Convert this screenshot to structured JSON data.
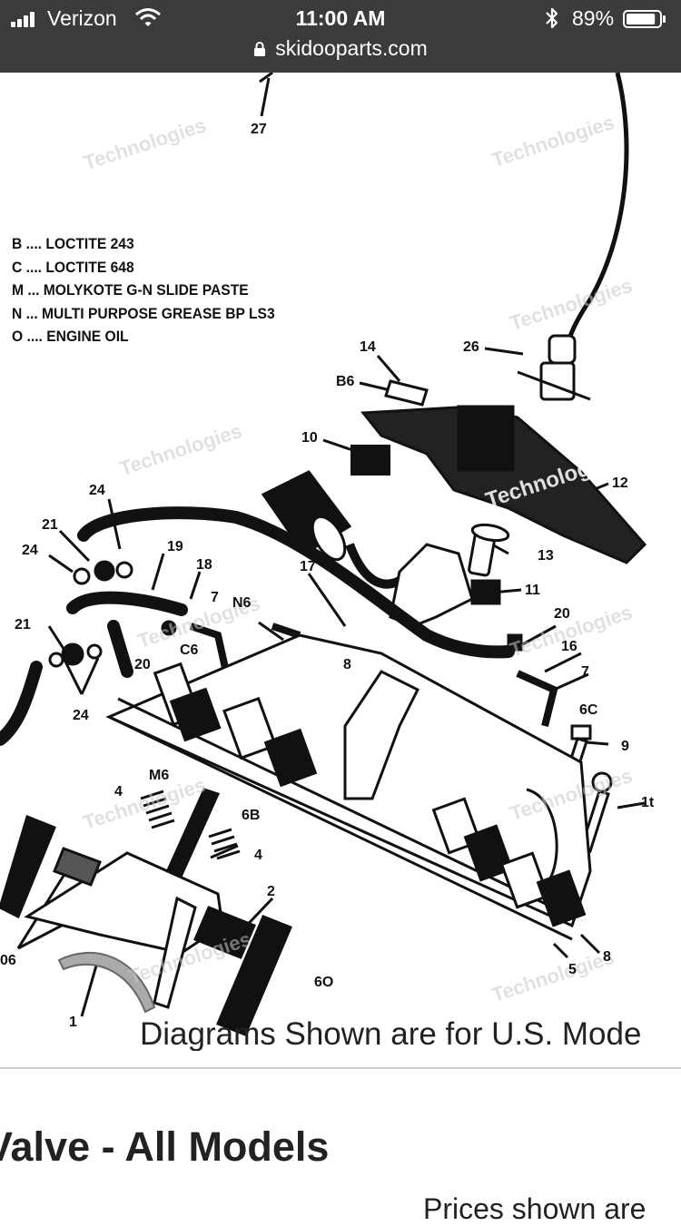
{
  "status_bar": {
    "carrier": "Verizon",
    "time": "11:00 AM",
    "battery_percent": "89%",
    "battery_level": 0.89
  },
  "browser": {
    "url": "skidooparts.com"
  },
  "diagram": {
    "legend": [
      "B .... LOCTITE 243",
      "C .... LOCTITE 648",
      "M ... MOLYKOTE G-N SLIDE PASTE",
      "N ... MULTI PURPOSE GREASE BP LS3",
      "O .... ENGINE OIL"
    ],
    "callouts": {
      "c27": "27",
      "c14": "14",
      "c26": "26",
      "cB6": "B6",
      "c10": "10",
      "c12": "12",
      "c24a": "24",
      "c21a": "21",
      "c24b": "24",
      "c19": "19",
      "c18": "18",
      "c17": "17",
      "c13": "13",
      "c11": "11",
      "c7a": "7",
      "cN6": "N6",
      "c20a": "20",
      "c16": "16",
      "c21b": "21",
      "c20b": "20",
      "cC6": "C6",
      "c8a": "8",
      "c7b": "7",
      "c6C": "6C",
      "c24c": "24",
      "c9": "9",
      "cM6": "M6",
      "c6B": "6B",
      "c1t": "1t",
      "c4a": "4",
      "c4b": "4",
      "c2": "2",
      "c06": "06",
      "c6O": "6O",
      "c1": "1",
      "c5": "5",
      "c8b": "8"
    },
    "watermark_text": "Technologies",
    "caption": "Diagrams Shown are for U.S. Mode"
  },
  "page": {
    "section_title": "Valve - All Models",
    "prices_note": "Prices shown are"
  }
}
